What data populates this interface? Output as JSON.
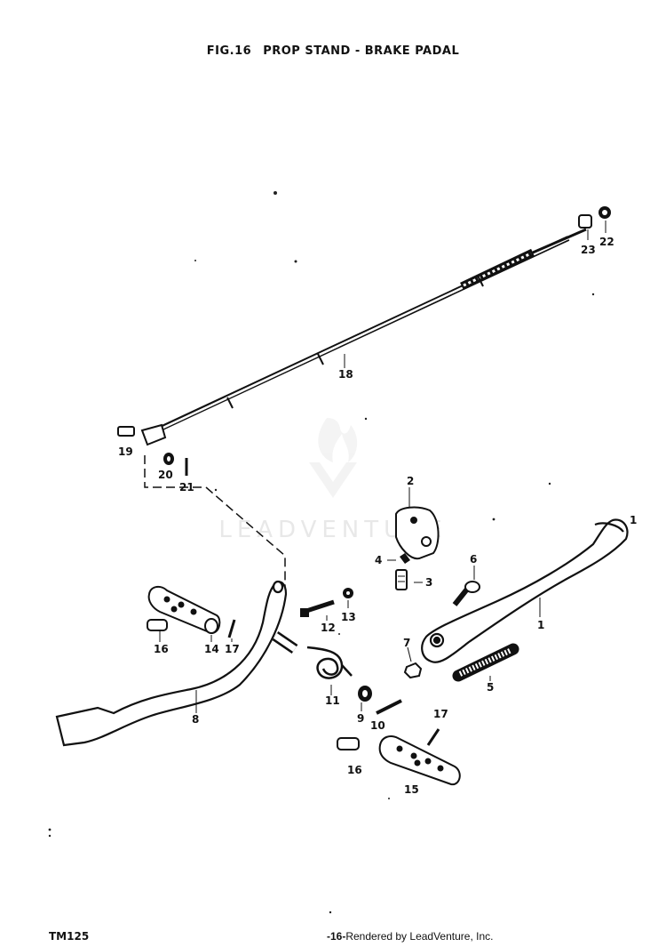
{
  "header": {
    "fig": "FIG.16",
    "title": "PROP STAND - BRAKE PADAL"
  },
  "footer": {
    "model": "TM125",
    "page": "-16-",
    "rendered_by": "Rendered by LeadVenture, Inc."
  },
  "watermark": {
    "text": "LEADVENTURE"
  },
  "callouts": {
    "c1": "1",
    "c1b": "1",
    "c2": "2",
    "c3": "3",
    "c4": "4",
    "c5": "5",
    "c6": "6",
    "c7": "7",
    "c8": "8",
    "c9": "9",
    "c10": "10",
    "c11": "11",
    "c12": "12",
    "c13": "13",
    "c14": "14",
    "c15": "15",
    "c16a": "16",
    "c16b": "16",
    "c17a": "17",
    "c17b": "17",
    "c18": "18",
    "c19": "19",
    "c20": "20",
    "c21": "21",
    "c22": "22",
    "c23": "23"
  }
}
